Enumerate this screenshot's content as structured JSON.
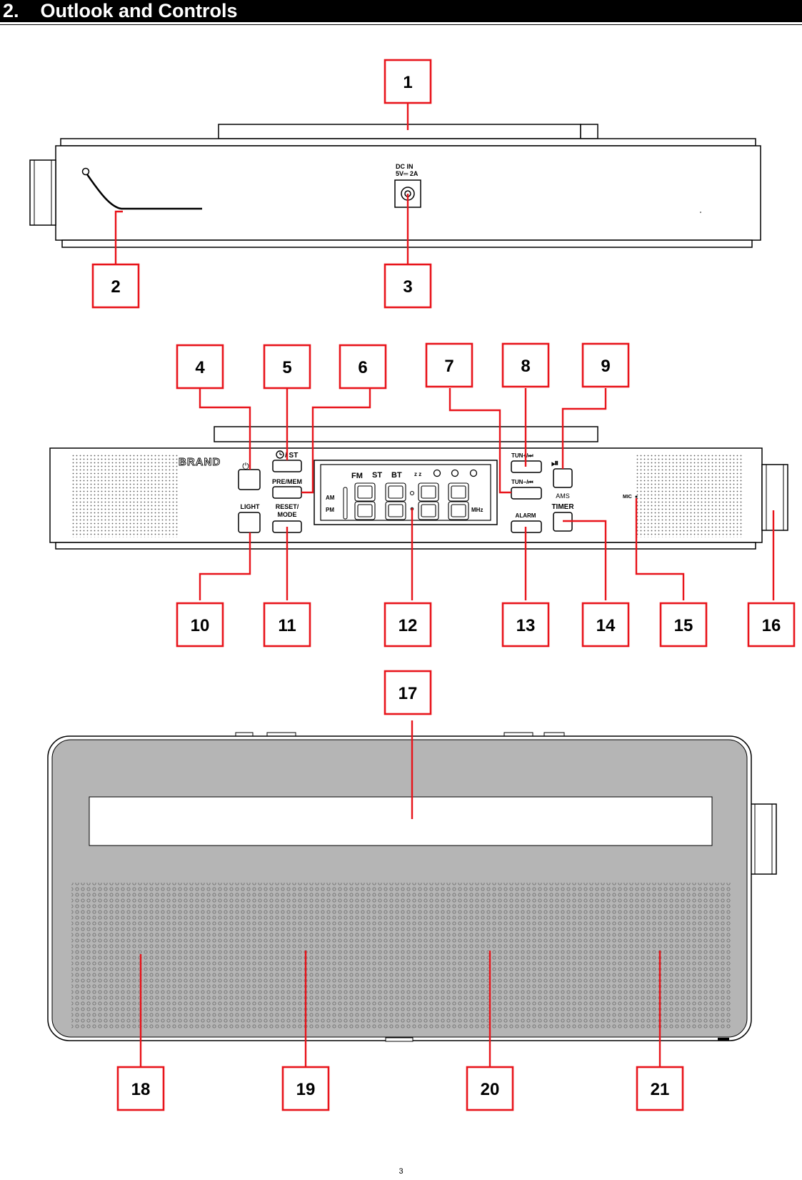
{
  "header": {
    "title": "2.    Outlook and Controls"
  },
  "page_number": "3",
  "colors": {
    "callout": "#e8141b",
    "header_bg": "#000000",
    "panel_gray": "#b5b5b5"
  },
  "device_labels": {
    "dc_in_line1": "DC IN",
    "dc_in_line2": "5V═ 2A",
    "brand": "BRAND",
    "power": "⏻",
    "light": "LIGHT",
    "st": "/ ST",
    "pre_mem": "PRE/MEM",
    "reset_line1": "RESET/",
    "reset_line2": "MODE",
    "tun_up": "TUN+/⏭",
    "tun_down": "TUN−/⏮",
    "alarm": "ALARM",
    "play": "⏯",
    "ams": "AMS",
    "timer": "TIMER",
    "mic": "MIC",
    "lcd_fm": "FM",
    "lcd_st": "ST",
    "lcd_bt": "BT",
    "lcd_zz": "z z",
    "lcd_am": "AM",
    "lcd_pm": "PM",
    "lcd_mhz": "MHz"
  },
  "callouts": [
    "1",
    "2",
    "3",
    "4",
    "5",
    "6",
    "7",
    "8",
    "9",
    "10",
    "11",
    "12",
    "13",
    "14",
    "15",
    "16",
    "17",
    "18",
    "19",
    "20",
    "21"
  ]
}
